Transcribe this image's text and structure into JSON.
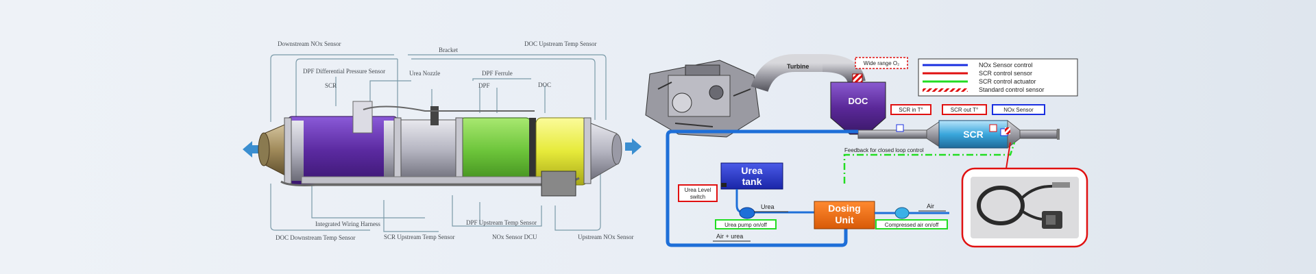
{
  "left_diagram": {
    "labels": {
      "downstream_nox": "Downstream NOx Sensor",
      "bracket": "Bracket",
      "doc_upstream_temp": "DOC Upstream Temp Sensor",
      "dpf_diff_pressure": "DPF Differential Pressure Sensor",
      "urea_nozzle": "Urea Nozzle",
      "dpf_ferrule": "DPF Ferrule",
      "scr": "SCR",
      "dpf": "DPF",
      "doc": "DOC",
      "integrated_wiring": "Integrated Wiring Harness",
      "dpf_upstream_temp": "DPF Upstream Temp Sensor",
      "doc_downstream_temp": "DOC Downstream Temp Sensor",
      "scr_upstream_temp": "SCR Upstream Temp Sensor",
      "nox_sensor_dcu": "NOx Sensor DCU",
      "upstream_nox": "Upstream NOx Sensor"
    }
  },
  "right_diagram": {
    "turbine": "Turbine",
    "wide_range": "Wide range O₂",
    "doc": "DOC",
    "scr": "SCR",
    "scr_in": "SCR in T°",
    "scr_out": "SCR out T°",
    "nox_sensor": "NOx Sensor",
    "feedback": "Feedback for closed loop control",
    "urea_tank_line1": "Urea",
    "urea_tank_line2": "tank",
    "urea_level_line1": "Urea Level",
    "urea_level_line2": "switch",
    "urea": "Urea",
    "urea_pump": "Urea pump on/off",
    "dosing_line1": "Dosing",
    "dosing_line2": "Unit",
    "air": "Air",
    "compressed_air": "Compressed air on/off",
    "air_urea": "Air + urea",
    "legend": [
      {
        "label": "NOx Sensor control",
        "color": "#1a2fe0",
        "style": "solid"
      },
      {
        "label": "SCR control sensor",
        "color": "#e01010",
        "style": "solid"
      },
      {
        "label": "SCR control actuator",
        "color": "#22dd22",
        "style": "solid"
      },
      {
        "label": "Standard control sensor",
        "color": "#e01010",
        "style": "hatched"
      }
    ]
  },
  "colors": {
    "scr_purple": "#5b2aa0",
    "dpf_green": "#6cc43a",
    "doc_yellow": "#e6ea3a",
    "urea_tank_blue": "#2233cc",
    "dosing_orange": "#f06a10",
    "scr_cyan": "#3aa6dc",
    "doc_purple": "#5a2898",
    "pipe_blue": "#1e6fd8"
  }
}
